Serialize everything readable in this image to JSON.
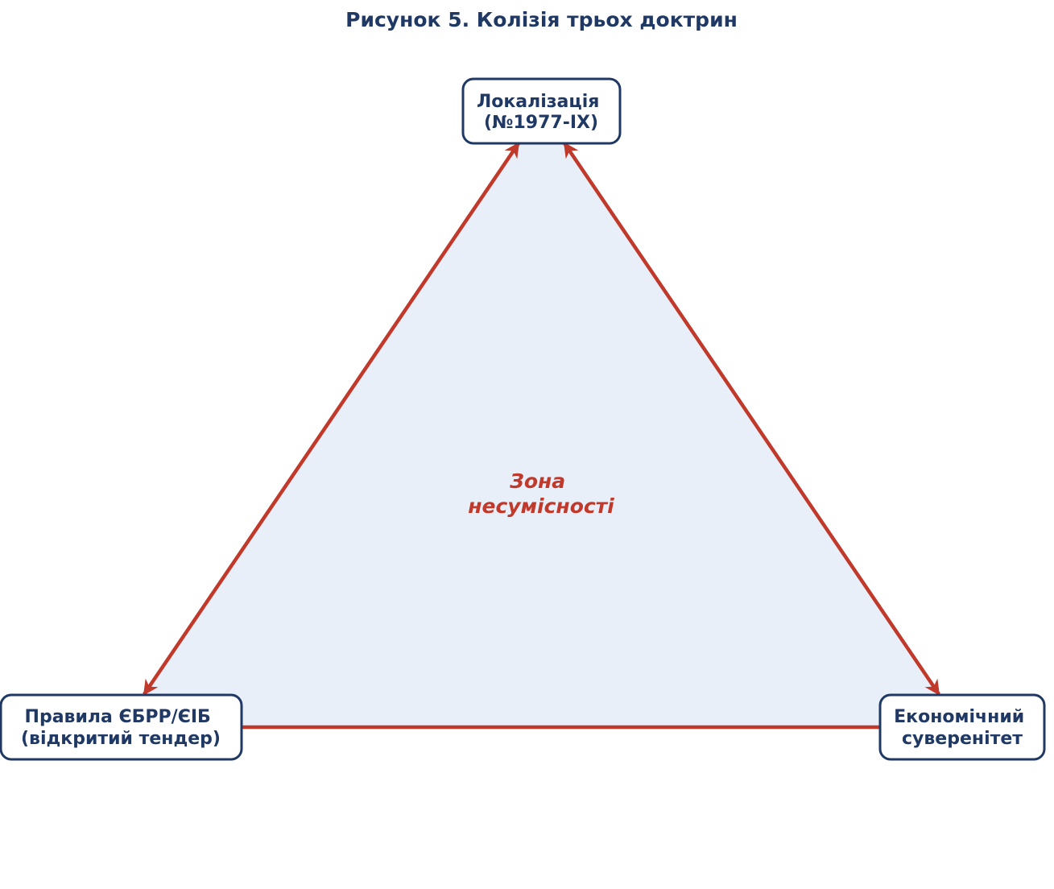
{
  "title": "Рисунок 5. Колізія трьох доктрин",
  "nodes": {
    "top": {
      "line1": "Локалізація",
      "line2": "(№1977-IX)"
    },
    "left": {
      "line1": "Правила ЄБРР/ЄІБ",
      "line2": "(відкритий тендер)"
    },
    "right": {
      "line1": "Економічний",
      "line2": "суверенітет"
    }
  },
  "zone": {
    "line1": "Зона",
    "line2": "несумісності"
  },
  "colors": {
    "navy": "#1f3864",
    "conflict_red": "#c0392b",
    "zone_fill": "#e9eff8",
    "node_fill": "#ffffff"
  },
  "edges": [
    {
      "from": "top",
      "to": "left",
      "arrows": "both"
    },
    {
      "from": "top",
      "to": "right",
      "arrows": "both"
    },
    {
      "from": "left",
      "to": "right",
      "arrows": "none"
    }
  ]
}
